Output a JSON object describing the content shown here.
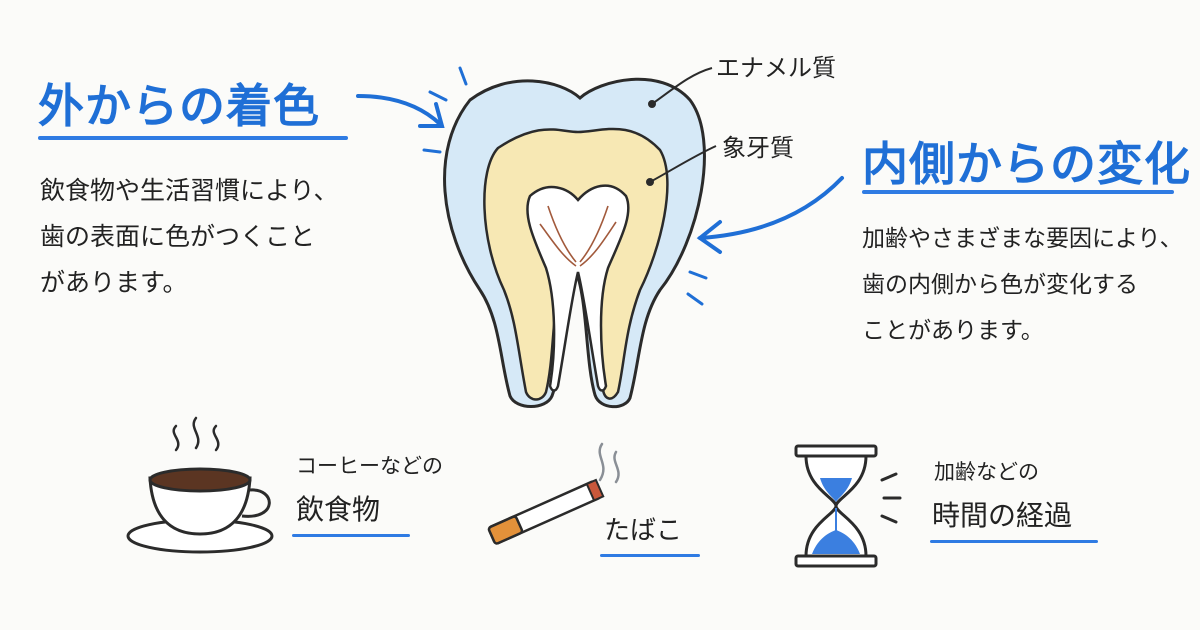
{
  "outer": {
    "heading": "外からの着色",
    "desc_lines": [
      "飲食物や生活習慣により、",
      "歯の表面に色がつくこと",
      "があります。"
    ]
  },
  "inner": {
    "heading": "内側からの変化",
    "desc_lines": [
      "加齢やさまざまな要因により、",
      "歯の内側から色が変化する",
      "ことがあります。"
    ]
  },
  "tooth": {
    "enamel_label": "エナメル質",
    "dentin_label": "象牙質",
    "colors": {
      "enamel": "#d6e9f7",
      "dentin": "#f7e8b4",
      "pulp": "#ffffff",
      "outline": "#2b2b2b"
    }
  },
  "causes": [
    {
      "icon": "coffee-cup-icon",
      "line1": "コーヒーなどの",
      "line2": "飲食物"
    },
    {
      "icon": "cigarette-icon",
      "line1": "",
      "line2": "たばこ"
    },
    {
      "icon": "hourglass-icon",
      "line1": "加齢などの",
      "line2": "時間の経過"
    }
  ],
  "accent_color": "#1f6fd6"
}
